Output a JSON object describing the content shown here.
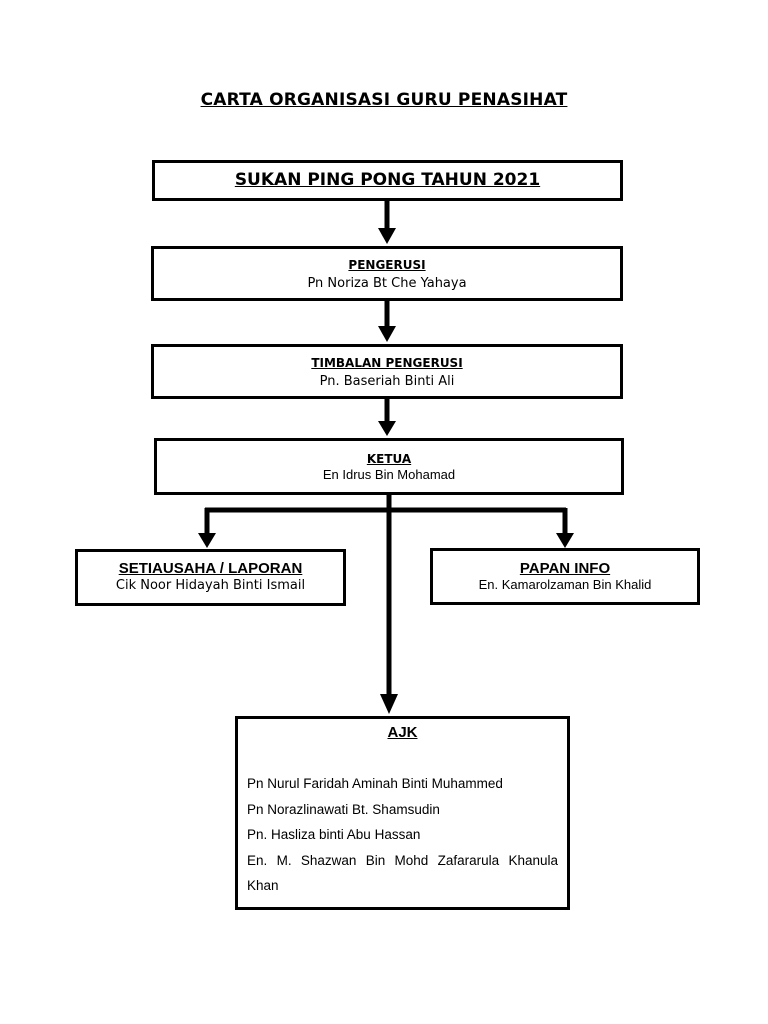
{
  "title": "CARTA ORGANISASI GURU PENASIHAT",
  "nodes": {
    "top": {
      "label": "SUKAN PING PONG TAHUN 2021"
    },
    "pengerusi": {
      "role": "PENGERUSI",
      "person": "Pn Noriza Bt Che Yahaya"
    },
    "timbalan": {
      "role": "TIMBALAN PENGERUSI",
      "person": "Pn. Baseriah Binti Ali"
    },
    "ketua": {
      "role": "KETUA",
      "person": "En Idrus Bin Mohamad"
    },
    "setiausaha": {
      "role": "SETIAUSAHA / LAPORAN",
      "person": "Cik Noor Hidayah Binti Ismail"
    },
    "papan_info": {
      "role": "PAPAN INFO",
      "person": "En. Kamarolzaman Bin Khalid"
    },
    "ajk": {
      "role": "AJK",
      "members": [
        "Pn Nurul Faridah Aminah Binti Muhammed",
        "Pn Norazlinawati Bt. Shamsudin",
        "Pn. Hasliza binti Abu Hassan",
        "En. M. Shazwan Bin Mohd Zafararula Khanula Khan"
      ]
    }
  },
  "edges": [
    {
      "from": "top",
      "to": "pengerusi"
    },
    {
      "from": "pengerusi",
      "to": "timbalan"
    },
    {
      "from": "timbalan",
      "to": "ketua"
    },
    {
      "from": "ketua",
      "to": "setiausaha"
    },
    {
      "from": "ketua",
      "to": "papan_info"
    },
    {
      "from": "ketua",
      "to": "ajk"
    }
  ],
  "colors": {
    "line": "#000000",
    "background": "#ffffff"
  }
}
